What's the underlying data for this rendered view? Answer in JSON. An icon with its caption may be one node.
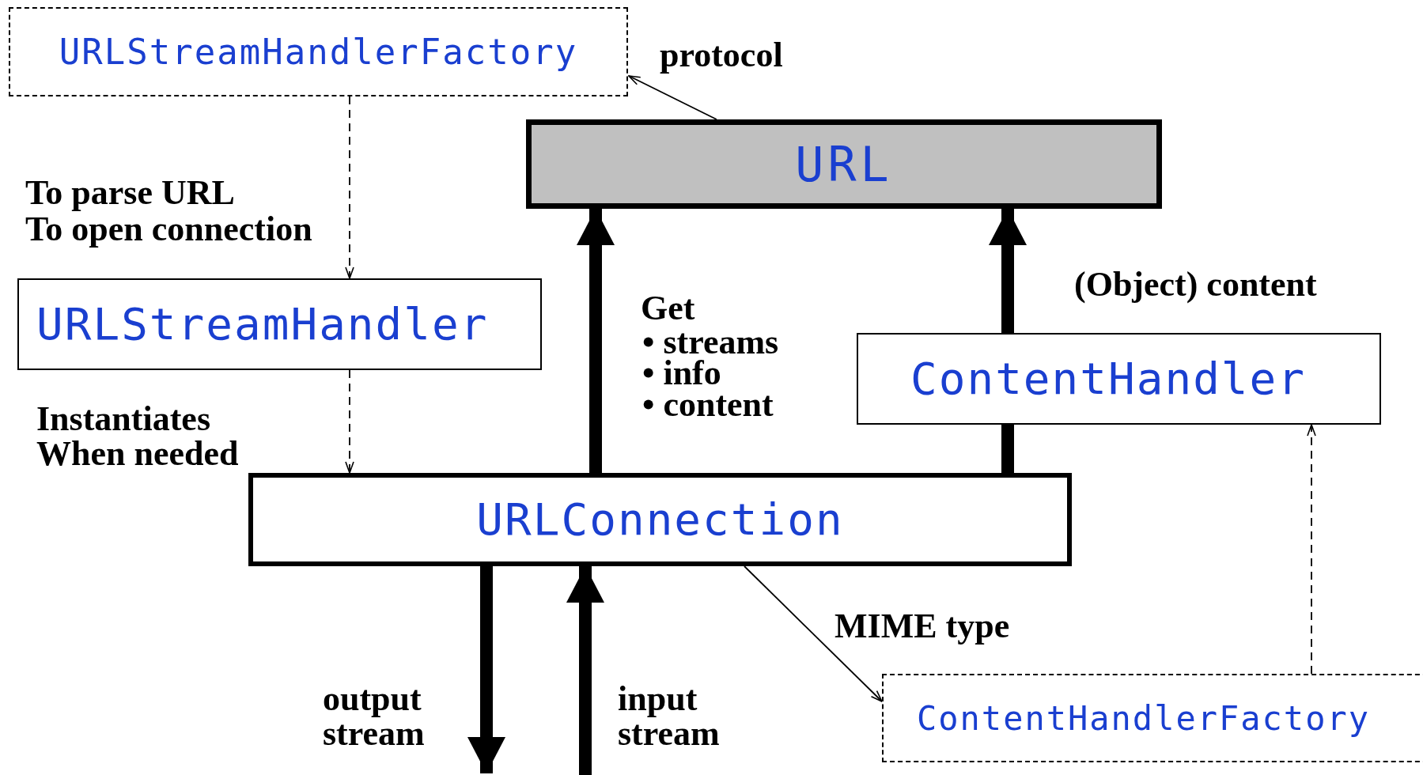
{
  "diagram": {
    "nodes": [
      {
        "text": [
          "URLStreamHandlerFactory"
        ]
      },
      {
        "text": [
          "URL"
        ]
      },
      {
        "text": [
          "URLStreamHandler"
        ]
      },
      {
        "text": [
          "ContentHandler"
        ]
      },
      {
        "text": [
          "URLConnection"
        ]
      },
      {
        "text": [
          "ContentHandlerFactory"
        ]
      }
    ],
    "edges": [
      {
        "from": 1,
        "to": 0,
        "arrow": "to",
        "label": "protocol"
      },
      {
        "from": 0,
        "to": 2,
        "arrow": "to",
        "style": "dashed",
        "label": "To parse URL"
      },
      {
        "from": 2,
        "to": 4,
        "arrow": "to",
        "style": "dashed",
        "label": "Instantiates When needed"
      },
      {
        "from": 4,
        "to": 1,
        "arrow": "to",
        "style": "thick",
        "label": "Get"
      },
      {
        "from": 3,
        "to": 1,
        "arrow": "to",
        "style": "thick",
        "label": "(Object) content"
      },
      {
        "from": 4,
        "to": 3,
        "arrow": "none",
        "style": "thick"
      },
      {
        "from": 4,
        "to": 5,
        "arrow": "to",
        "label": "MIME type"
      },
      {
        "from": 5,
        "to": 3,
        "arrow": "to",
        "style": "dashed"
      },
      {
        "from": 4,
        "to": null,
        "arrow": "to",
        "style": "thick",
        "label": "output stream"
      },
      {
        "from": null,
        "to": 4,
        "arrow": "to",
        "style": "thick",
        "label": "input stream"
      }
    ],
    "labels": [
      "To open connection",
      "• streams",
      "• info",
      "• content"
    ]
  }
}
